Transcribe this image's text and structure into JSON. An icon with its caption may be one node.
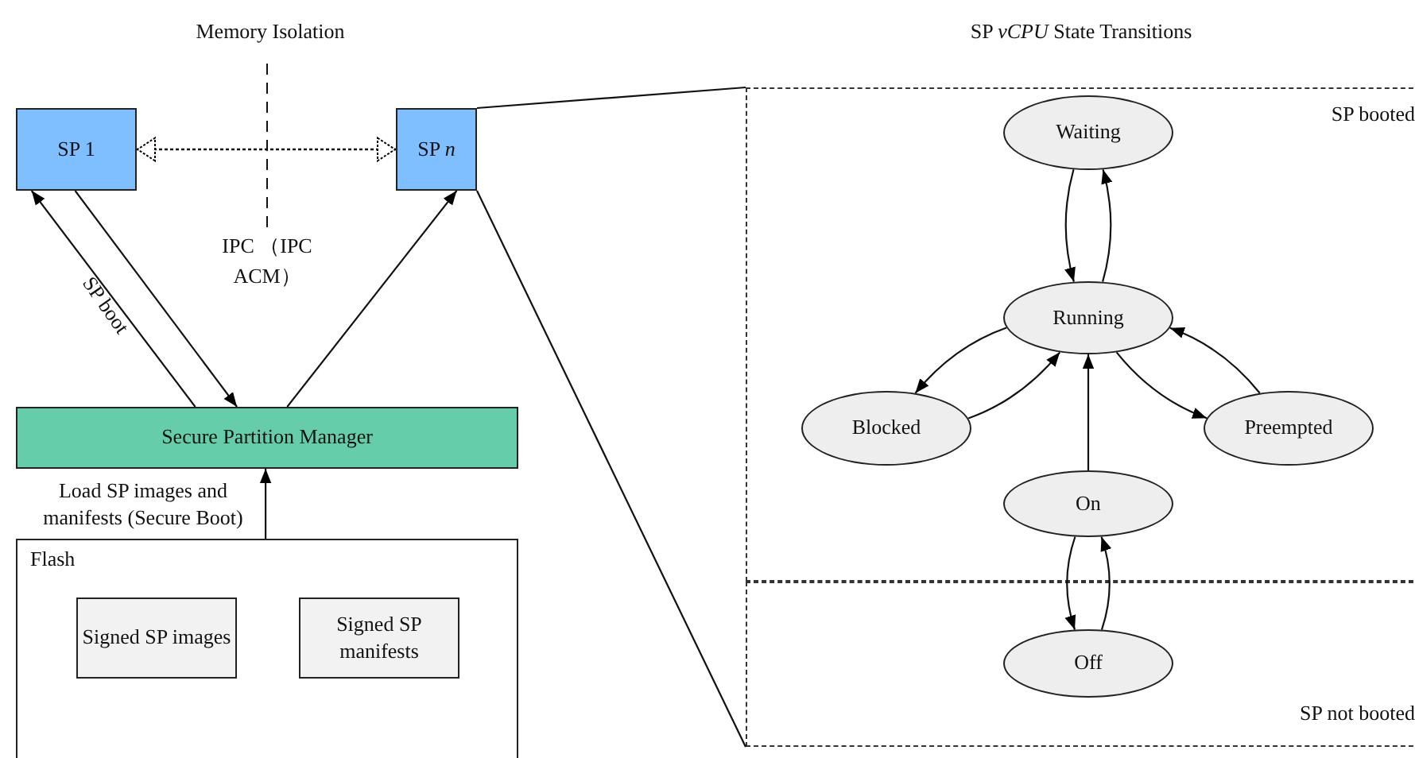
{
  "diagram": {
    "nodes": [
      {
        "text": [
          "SP 1"
        ]
      },
      {
        "text": [
          "SP *n*"
        ]
      },
      {
        "text": [
          "Secure Partition Manager"
        ]
      },
      {
        "text": [
          "Flash"
        ]
      },
      {
        "text": [
          "Signed SP images"
        ],
        "in": 3
      },
      {
        "text": [
          "Signed SP manifests"
        ],
        "in": 3
      },
      {
        "text": [
          "SP booted"
        ]
      },
      {
        "text": [
          "SP not booted"
        ]
      },
      {
        "text": [
          "Waiting"
        ],
        "in": 6
      },
      {
        "text": [
          "Running"
        ],
        "in": 6
      },
      {
        "text": [
          "Blocked"
        ],
        "in": 6
      },
      {
        "text": [
          "Preempted"
        ],
        "in": 6
      },
      {
        "text": [
          "On"
        ],
        "in": 6
      },
      {
        "text": [
          "Off"
        ],
        "in": 7
      }
    ],
    "edges": [
      {
        "from": 0,
        "to": 1,
        "arrow": "both",
        "style": "dashed"
      },
      {
        "from": 2,
        "to": 0,
        "arrow": "to",
        "label": "SP boot"
      },
      {
        "from": 0,
        "to": 2,
        "arrow": "to"
      },
      {
        "from": 2,
        "to": 1,
        "arrow": "to"
      },
      {
        "from": 3,
        "to": 2,
        "arrow": "to",
        "label": "Load SP images and manifests (Secure Boot)"
      },
      {
        "from": 1,
        "to": 6,
        "arrow": "none"
      },
      {
        "from": 1,
        "to": 7,
        "arrow": "none"
      },
      {
        "from": 9,
        "to": 8,
        "arrow": "to"
      },
      {
        "from": 8,
        "to": 9,
        "arrow": "to"
      },
      {
        "from": 10,
        "to": 9,
        "arrow": "to"
      },
      {
        "from": 9,
        "to": 10,
        "arrow": "to"
      },
      {
        "from": 9,
        "to": 11,
        "arrow": "to"
      },
      {
        "from": 11,
        "to": 9,
        "arrow": "to"
      },
      {
        "from": 12,
        "to": 9,
        "arrow": "to"
      },
      {
        "from": 13,
        "to": 12,
        "arrow": "to"
      },
      {
        "from": 12,
        "to": 13,
        "arrow": "to"
      }
    ],
    "labels": [
      "Memory Isolation",
      "SP *vCPU* State Transitions",
      "IPC （IPC ACM）"
    ]
  }
}
